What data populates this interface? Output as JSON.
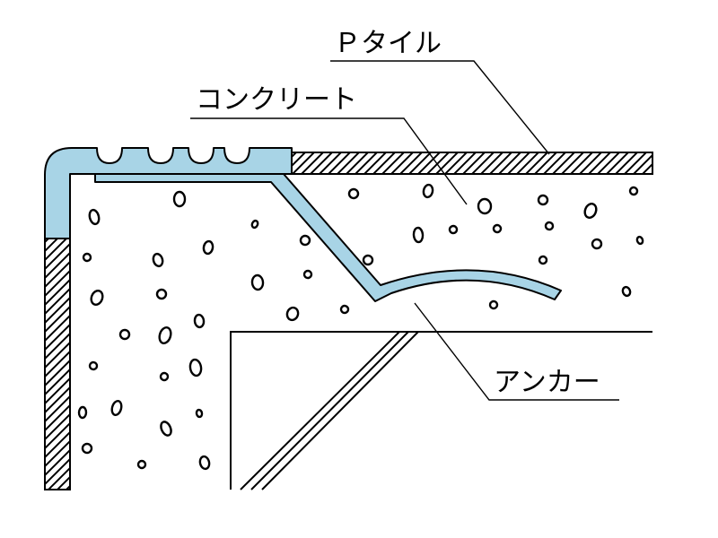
{
  "diagram": {
    "labels": {
      "p_tile": "Ｐタイル",
      "concrete": "コンクリート",
      "anchor": "アンカー"
    },
    "colors": {
      "nosing_fill": "#a8d4e6",
      "stroke": "#000000",
      "background": "#ffffff"
    }
  }
}
